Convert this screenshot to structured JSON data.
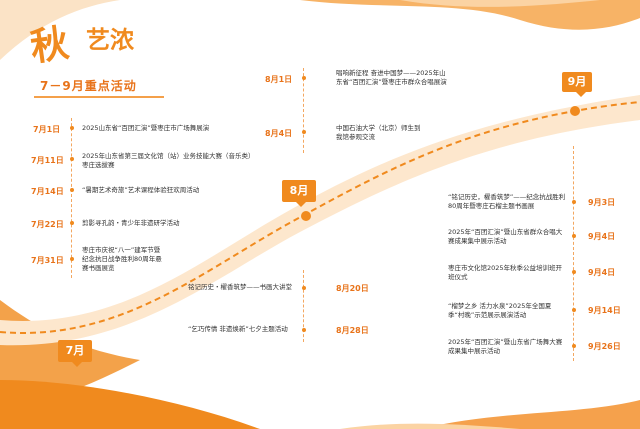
{
  "header": {
    "big_char": "秋",
    "small_chars": "艺浓",
    "subtitle": "7－9月重点活动"
  },
  "months": {
    "jul": "7月",
    "aug": "8月",
    "sep": "9月"
  },
  "july": [
    {
      "date": "7月1日",
      "text": "2025山东省“百团汇演”暨枣庄市广场舞展演"
    },
    {
      "date": "7月11日",
      "text": "2025年山东省第三届文化馆（站）业务技能大赛（音乐类）枣庄选拔赛"
    },
    {
      "date": "7月14日",
      "text": "“暑期艺术奇旅”艺术课程体验狂欢周活动"
    },
    {
      "date": "7月22日",
      "text": "剪影寻孔韵・青少年非遗研学活动"
    },
    {
      "date": "7月31日",
      "text": "枣庄市庆祝“八一”建军节暨纪念抗日战争胜利80周年悬赛书画展览"
    }
  ],
  "august": [
    {
      "date": "8月1日",
      "text": "唱响新征程 奋进中国梦——2025年山东省“百团汇演”暨枣庄市群众合唱展演"
    },
    {
      "date": "8月4日",
      "text": "中国石油大学（北京）师生到我馆参观交流"
    },
    {
      "date": "8月20日",
      "text": "铭记历史・櫂香筑梦——书画大讲堂"
    },
    {
      "date": "8月28日",
      "text": "“乞巧传情 非遗焕新”七夕主题活动"
    }
  ],
  "september": [
    {
      "date": "9月3日",
      "text": "“铭记历史，櫂香筑梦”——纪念抗战胜利80周年暨枣庄石榴主题书画展"
    },
    {
      "date": "9月4日",
      "text": "2025年“百团汇演”暨山东省群众合唱大赛成果集中展示活动"
    },
    {
      "date": "9月4日",
      "text": "枣庄市文化馆2025年秋季公益培训班开班仪式"
    },
    {
      "date": "9月14日",
      "text": "“榴梦之乡 活力水泉”2025年全国夏季“村晚”示范展示展演活动"
    },
    {
      "date": "9月26日",
      "text": "2025年“百团汇演”暨山东省广场舞大赛成果集中展示活动"
    }
  ],
  "colors": {
    "accent": "#f08a1e",
    "accent_light": "#fbd3a3"
  }
}
